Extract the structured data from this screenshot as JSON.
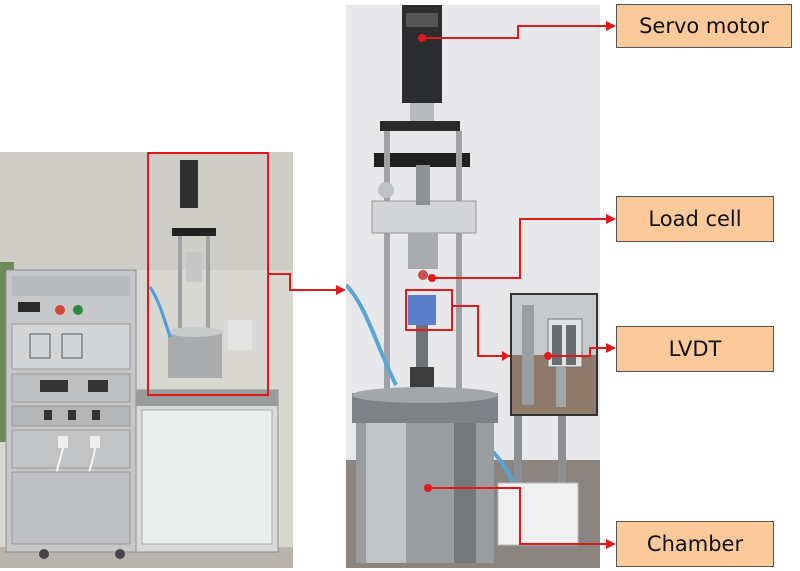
{
  "labels": {
    "servo_motor": "Servo motor",
    "load_cell": "Load cell",
    "lvdt": "LVDT",
    "chamber": "Chamber"
  },
  "colors": {
    "callout_fill": "#fbc99a",
    "leader_line": "#e0191b",
    "highlight_box": "#e0191b"
  }
}
